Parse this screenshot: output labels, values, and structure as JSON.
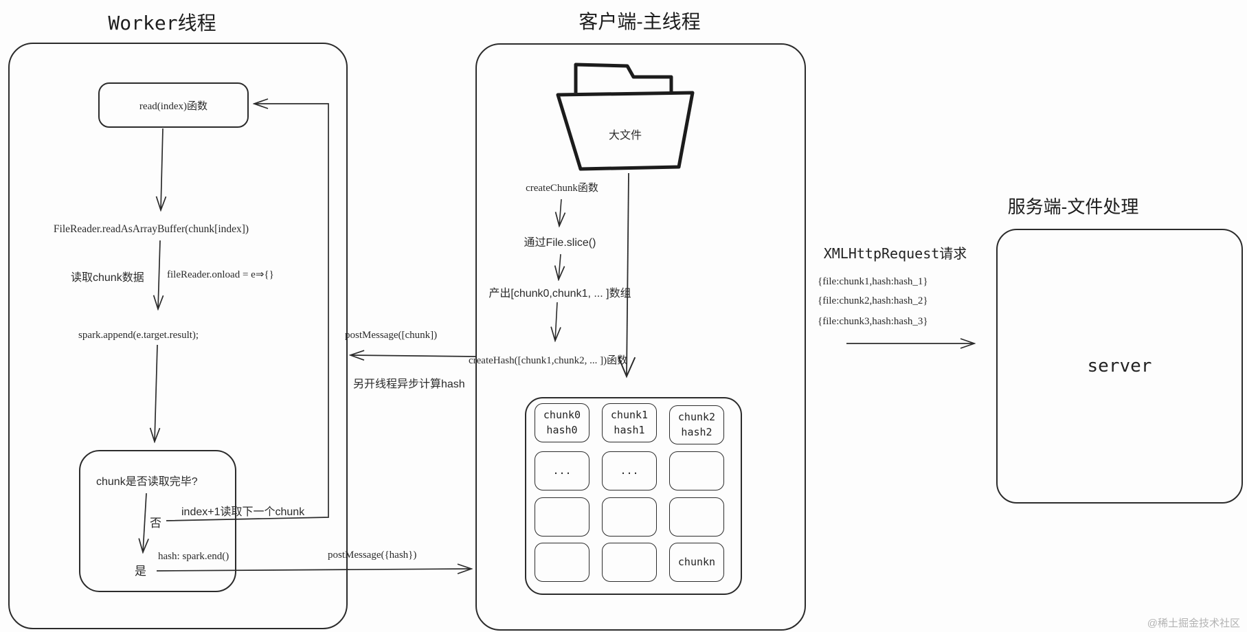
{
  "worker": {
    "title": "Worker线程",
    "read_box": "read(index)函数",
    "filereader_call": "FileReader.readAsArrayBuffer(chunk[index])",
    "read_chunk_label": "读取chunk数据",
    "onload_label": "fileReader.onload = e⇒{}",
    "spark_append": "spark.append(e.target.result);",
    "decision_question": "chunk是否读取完毕?",
    "no_label": "否",
    "next_chunk_label": "index+1读取下一个chunk",
    "yes_label": "是",
    "hash_end": "hash: spark.end()"
  },
  "messages": {
    "post_chunk": "postMessage([chunk])",
    "async_hash": "另开线程异步计算hash",
    "post_hash": "postMessage({hash})"
  },
  "client": {
    "title": "客户端-主线程",
    "big_file_label": "大文件",
    "create_chunk": "createChunk函数",
    "file_slice": "通过File.slice()",
    "produce_array": "产出[chunk0,chunk1, ... ]数组",
    "create_hash": "createHash([chunk1,chunk2, ... ])函数",
    "grid": {
      "rows": [
        [
          "chunk0\nhash0",
          "chunk1\nhash1",
          "chunk2\nhash2"
        ],
        [
          "...",
          "...",
          ""
        ],
        [
          "",
          "",
          ""
        ],
        [
          "",
          "",
          "chunkn"
        ]
      ]
    }
  },
  "server": {
    "title": "服务端-文件处理",
    "request_label": "XMLHttpRequest请求",
    "payloads": [
      "{file:chunk1,hash:hash_1}",
      "{file:chunk2,hash:hash_2}",
      "{file:chunk3,hash:hash_3}"
    ],
    "box_label": "server"
  },
  "watermark": "@稀土掘金技术社区",
  "colors": {
    "stroke": "#2b2b2b",
    "background": "#fdfdfd",
    "watermark": "#b3b3b3"
  }
}
